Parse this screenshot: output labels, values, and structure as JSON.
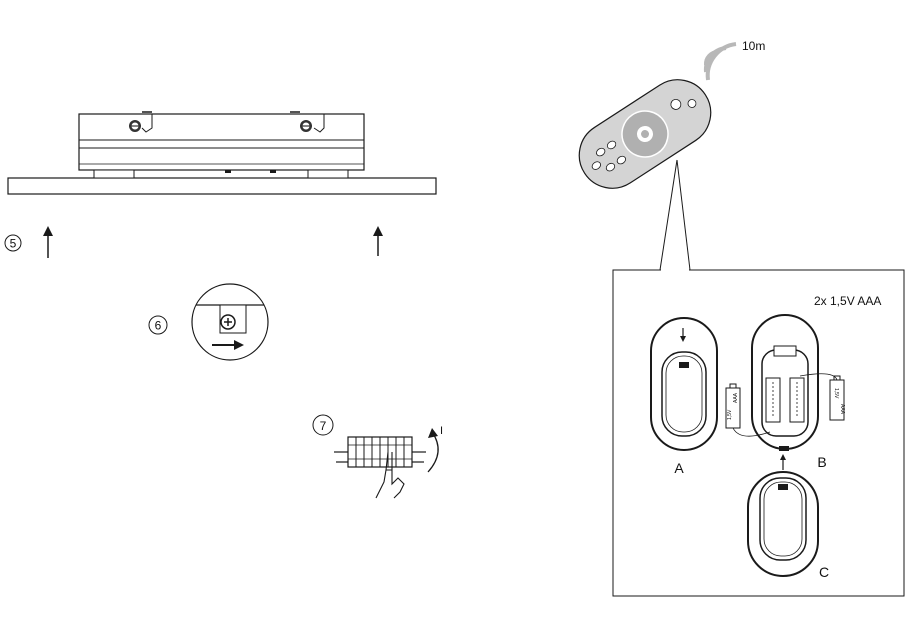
{
  "steps": {
    "step5": "5",
    "step6": "6",
    "step7": "7"
  },
  "remote": {
    "range": "10m"
  },
  "battery_panel": {
    "spec": "2x 1,5V AAA",
    "battery_text": "1,5V",
    "battery_type": "AAA",
    "label_a": "A",
    "label_b": "B",
    "label_c": "C"
  },
  "switch": {
    "on_mark": "I"
  },
  "colors": {
    "line": "#1a1a1a",
    "remote_body": "#d4d4d4",
    "remote_pad": "#b0b0b0"
  }
}
